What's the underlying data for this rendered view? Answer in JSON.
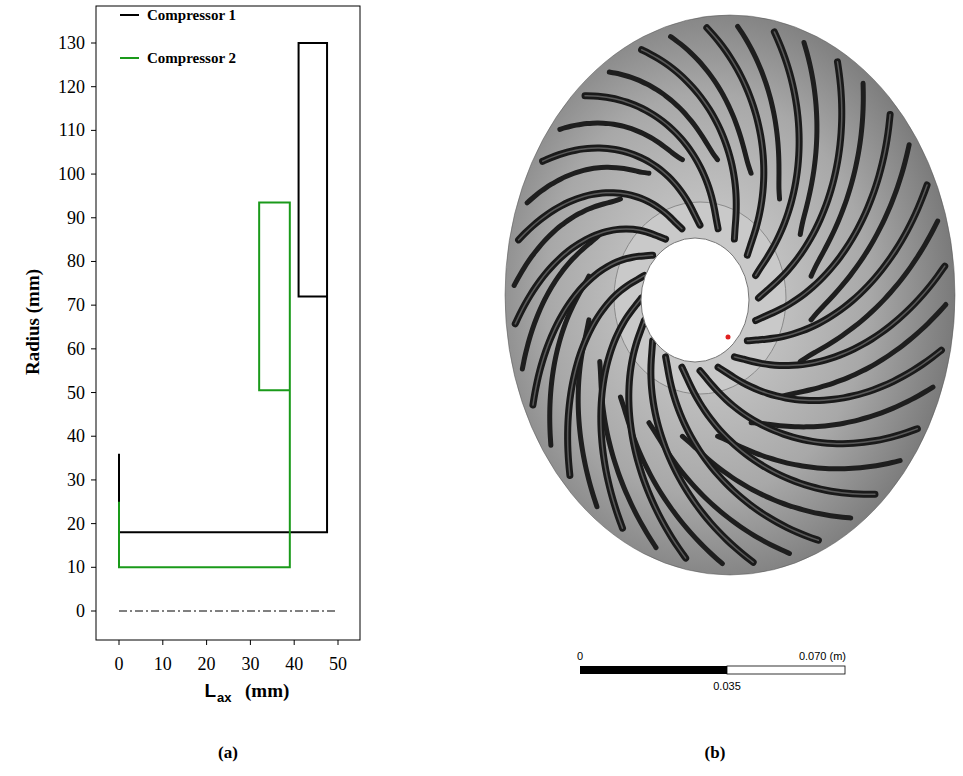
{
  "diagram": {
    "labels": [
      "0",
      "10",
      "20",
      "30",
      "40",
      "50",
      "60",
      "70",
      "80",
      "90",
      "100",
      "110",
      "120",
      "130",
      "0",
      "10",
      "20",
      "30",
      "40",
      "50",
      "Radius (mm)",
      "L",
      "ax",
      "(mm)",
      "(a)",
      "0",
      "0.070 (m)",
      "0.035",
      "(b)"
    ],
    "legend": [
      {
        "text": "Compressor 1"
      },
      {
        "text": "Compressor 2"
      }
    ]
  }
}
